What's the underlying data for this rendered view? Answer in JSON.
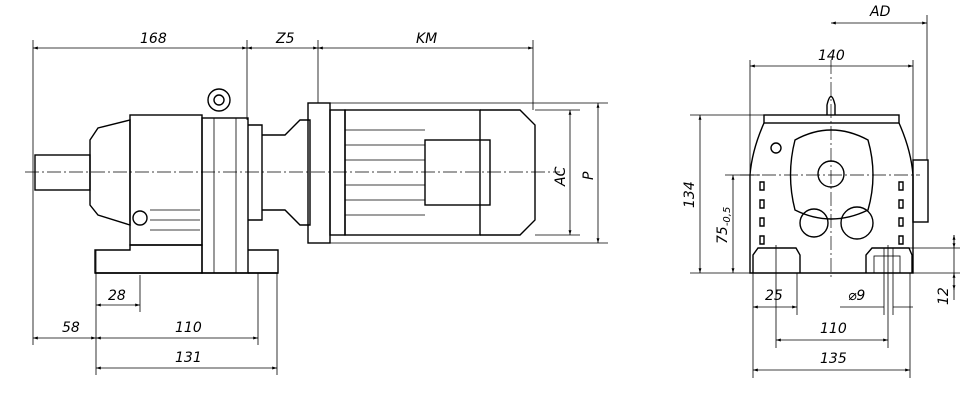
{
  "side_view": {
    "dims": {
      "overall_gear": "168",
      "adapter": "Z5",
      "motor": "KM",
      "motor_dia": "AC",
      "flange_dia": "P",
      "shaft_to_foot": "58",
      "foot_width": "28",
      "foot_holes": "110",
      "base_length": "131"
    }
  },
  "end_view": {
    "dims": {
      "width": "140",
      "box_offset": "AD",
      "height": "134",
      "shaft_height": "75",
      "shaft_height_tol": "-0,5",
      "foot": "25",
      "hole": "⌀9",
      "holes_spacing": "110",
      "base_width": "135",
      "foot_height": "12"
    }
  }
}
